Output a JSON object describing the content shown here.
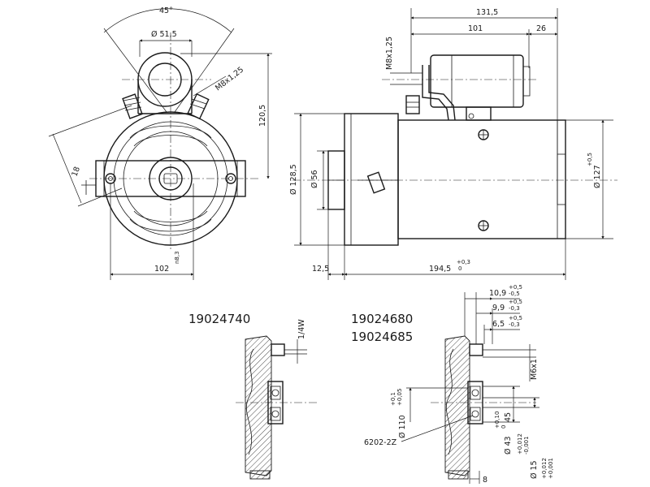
{
  "part_numbers": {
    "left_variant": "19024740",
    "right_variant_a": "19024680",
    "right_variant_b": "19024685"
  },
  "dimensions": {
    "angle": "45°",
    "bore_dia": "Ø 51,5",
    "thread_front": "M8x1,25",
    "height_120": "120,5",
    "offset_18": "18",
    "width_102": "102",
    "mount_side": "n8,3",
    "length_total": "131,5",
    "length_101": "101",
    "length_26": "26",
    "thread_top": "M8x1,25",
    "dia_128": "Ø 128,5",
    "dia_56": "Ø 56",
    "dia_127": "Ø 127",
    "tol_127": "+0,5",
    "offset_12": "12,5",
    "body_length": "194,5",
    "body_length_tol_upper": "+0,3",
    "body_length_tol_lower": "0",
    "d_10_9": "10,9",
    "d_10_9_tol_upper": "+0,5",
    "d_10_9_tol_lower": "-0,5",
    "d_9_9": "9,9",
    "d_9_9_tol_upper": "+0,5",
    "d_9_9_tol_lower": "-0,3",
    "d_6_5": "6,5",
    "d_6_5_tol_upper": "+0,5",
    "d_6_5_tol_lower": "-0,3",
    "thread_shaft_left": "1/4W",
    "thread_shaft_right": "M6x1",
    "dia_110": "Ø 110",
    "dia_110_tol_upper": "+0,1",
    "dia_110_tol_lower": "+0,05",
    "bearing": "6202-2Z",
    "dia_43": "Ø 43",
    "dia_43_tol_upper": "+0,012",
    "dia_43_tol_lower": "-0,001",
    "dia_15": "Ø 15",
    "dia_15_tol_upper": "+0,012",
    "dia_15_tol_lower": "+0,001",
    "depth_45": "45",
    "depth_45_tol_upper": "+0,10",
    "depth_45_tol_lower": "0",
    "d_8": "8"
  }
}
